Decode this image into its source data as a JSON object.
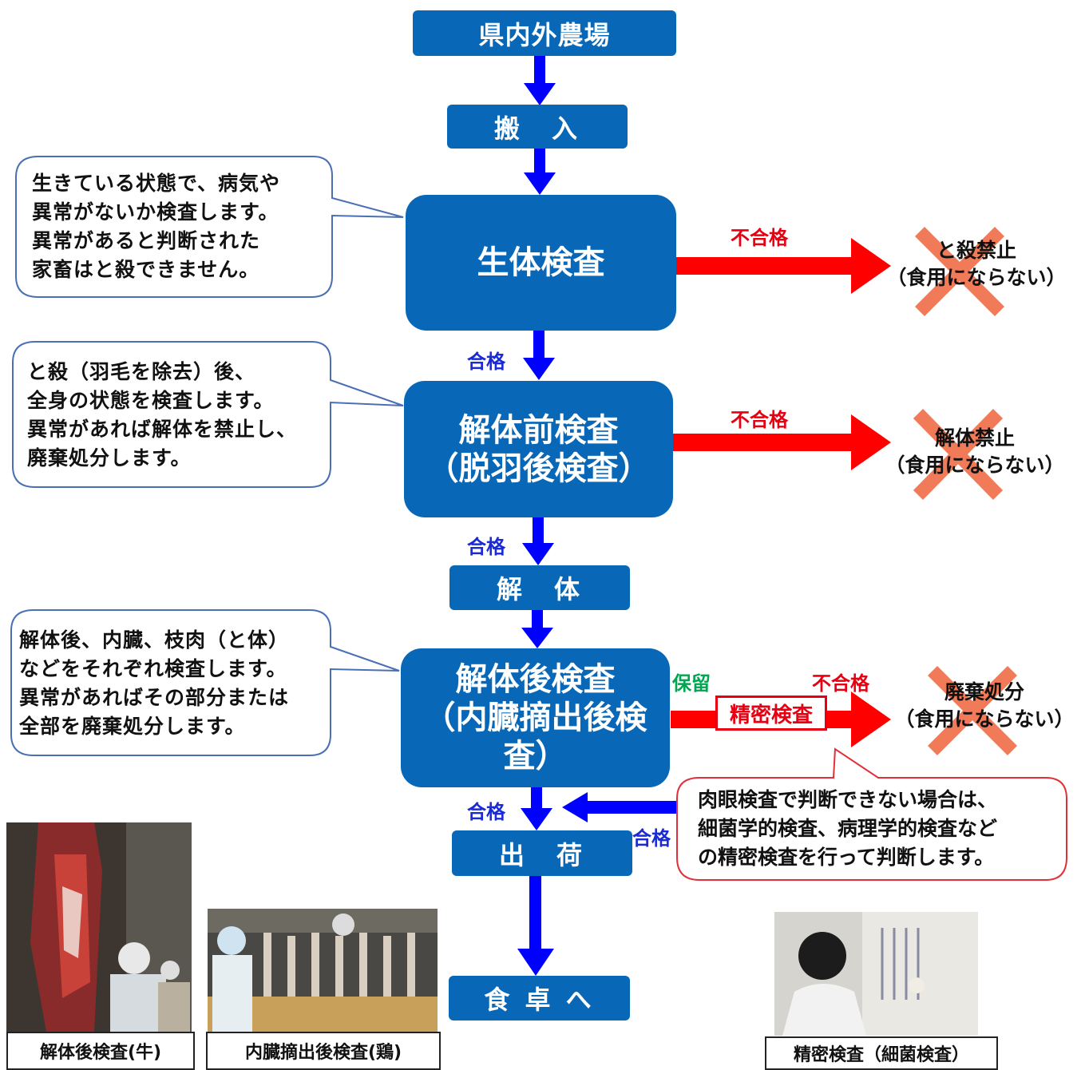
{
  "flow": {
    "farm": "県内外農場",
    "transport_in": "搬　入",
    "live_inspection": "生体検査",
    "pre_dressing": {
      "line1": "解体前検査",
      "line2": "（脱羽後検査）"
    },
    "dressing": "解　体",
    "post_dressing": {
      "line1": "解体後検査",
      "line2": "（内臓摘出後検査）"
    },
    "shipment": "出　荷",
    "to_table": "食 卓 へ"
  },
  "labels": {
    "pass": "合格",
    "fail": "不合格",
    "hold": "保留",
    "detailed": "精密検査"
  },
  "results": {
    "r1": {
      "line1": "と殺禁止",
      "line2": "（食用にならない）"
    },
    "r2": {
      "line1": "解体禁止",
      "line2": "（食用にならない）"
    },
    "r3": {
      "line1": "廃棄処分",
      "line2": "（食用にならない）"
    }
  },
  "bubbles": {
    "b1": "生きている状態で、病気や\n異常がないか検査します。\n異常があると判断された\n家畜はと殺できません。",
    "b2": "と殺（羽毛を除去）後、\n全身の状態を検査します。\n異常があれば解体を禁止し、\n廃棄処分します。",
    "b3": "解体後、内臓、枝肉（と体）\nなどをそれぞれ検査します。\n異常があればその部分または\n全部を廃棄処分します。",
    "b4": "肉眼検査で判断できない場合は、\n細菌学的検査、病理学的検査など\nの精密検査を行って判断します。"
  },
  "photos": {
    "p1": "解体後検査(牛)",
    "p2": "内臓摘出後検査(鶏)",
    "p3": "精密検査（細菌検査）"
  },
  "colors": {
    "box_blue": "#0868b7",
    "arrow_blue": "#0000ff",
    "fail_red": "#ff0000",
    "x_orange": "#f0704a",
    "hold_green": "#00a650"
  }
}
